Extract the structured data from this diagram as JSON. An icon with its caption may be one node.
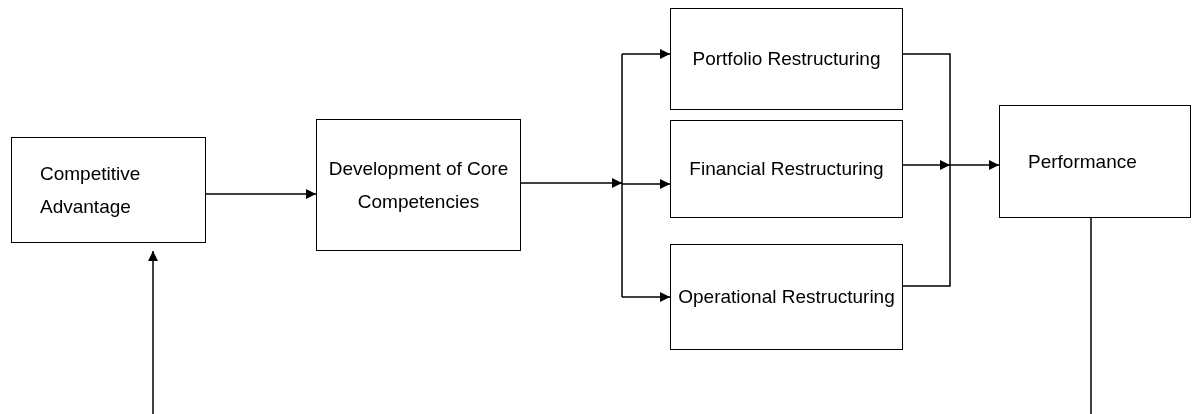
{
  "diagram": {
    "nodes": [
      {
        "text": [
          "Competitive Advantage"
        ]
      },
      {
        "text": [
          "Development of Core Competencies"
        ]
      },
      {
        "text": [
          "Portfolio Restructuring"
        ]
      },
      {
        "text": [
          "Financial Restructuring"
        ]
      },
      {
        "text": [
          "Operational Restructuring"
        ]
      },
      {
        "text": [
          "Performance"
        ]
      }
    ],
    "edges": [
      {
        "from": 0,
        "to": 1,
        "arrow": "to"
      },
      {
        "from": 1,
        "to": 2,
        "arrow": "to"
      },
      {
        "from": 1,
        "to": 3,
        "arrow": "to"
      },
      {
        "from": 1,
        "to": 4,
        "arrow": "to"
      },
      {
        "from": 2,
        "to": 5,
        "arrow": "to"
      },
      {
        "from": 3,
        "to": 5,
        "arrow": "to"
      },
      {
        "from": 4,
        "to": 5,
        "arrow": "to"
      },
      {
        "from": 5,
        "to": null,
        "arrow": "none"
      },
      {
        "from": null,
        "to": 0,
        "arrow": "to"
      }
    ]
  }
}
